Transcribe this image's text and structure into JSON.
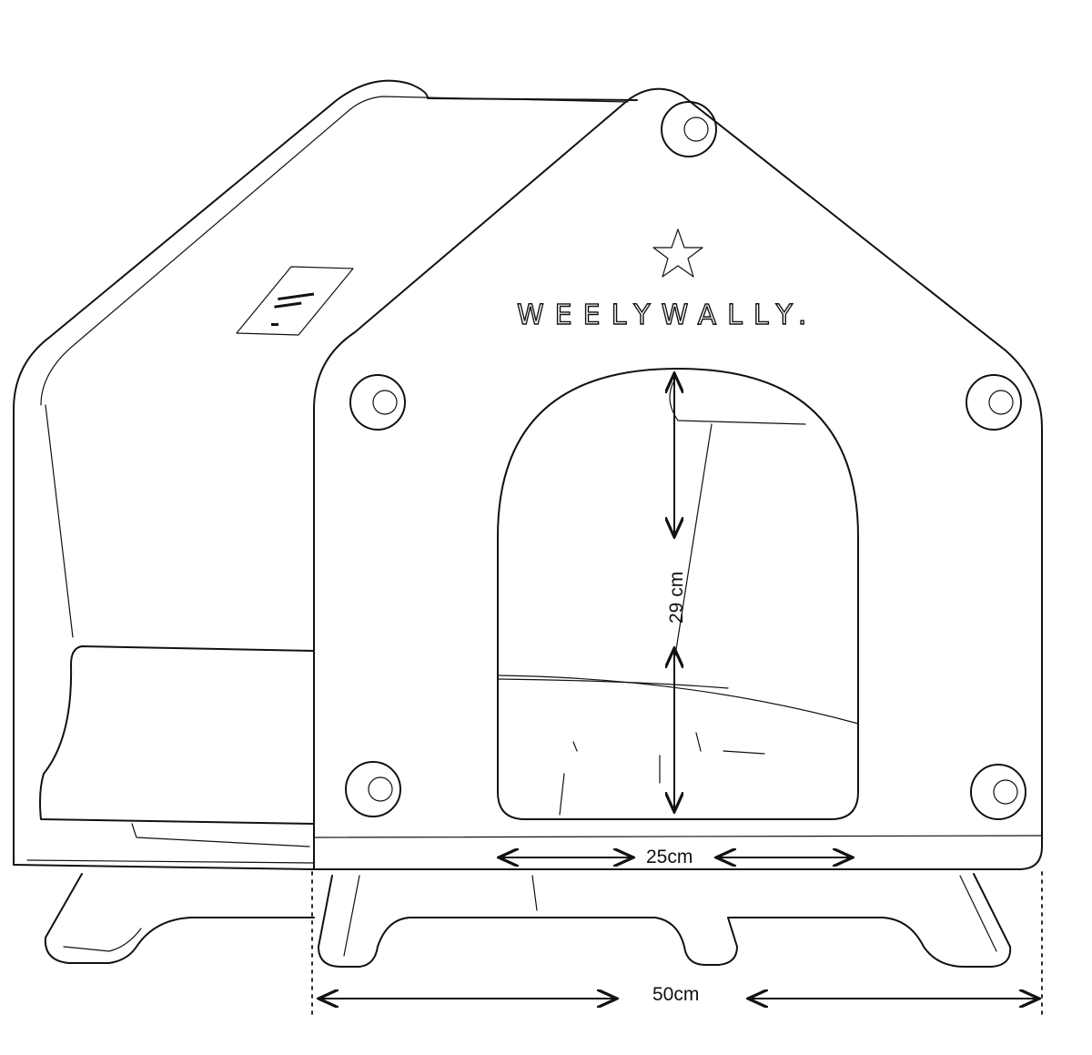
{
  "title": "Weelywally dog house dimension drawing",
  "logo": {
    "brand": "WEELYWALLY."
  },
  "dimensions": {
    "door_height": "29 cm",
    "door_width": "25cm",
    "total_width": "50cm"
  }
}
